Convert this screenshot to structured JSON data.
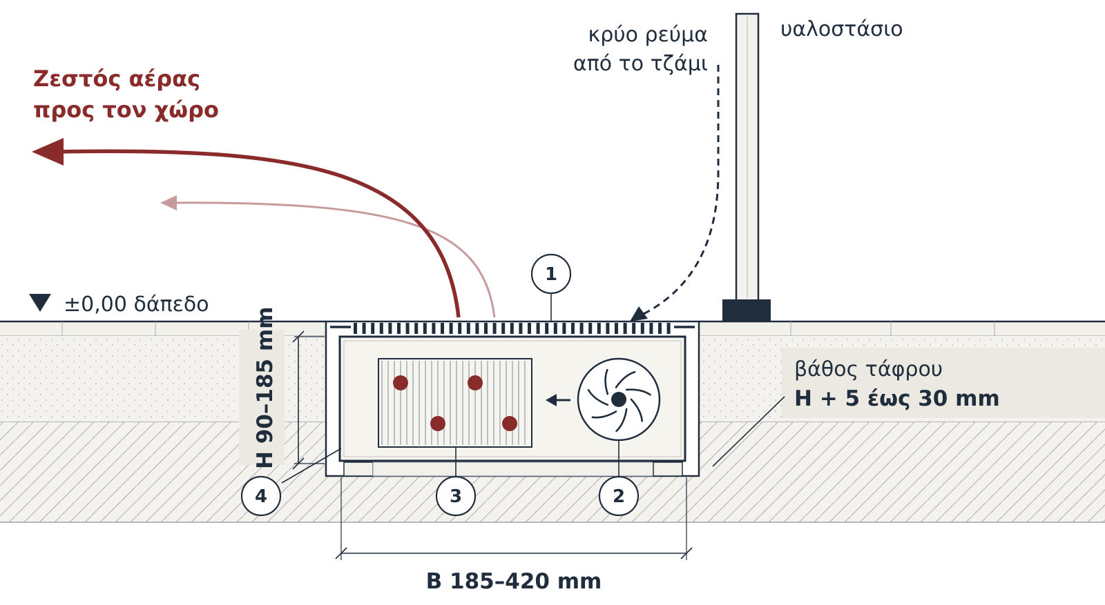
{
  "colors": {
    "ink": "#1f2d3d",
    "hot_air": "#8a2b2b",
    "hot_air_secondary": "#c79b9b",
    "heating_pipe": "#8a2b2b",
    "screed": "#ece9e2",
    "label_box": "#ece9e2"
  },
  "labels": {
    "hot_air": [
      "Ζεστός αέρας",
      "προς τον χώρο"
    ],
    "cold_draft": [
      "κρύο ρεύμα",
      "από το τζάμι"
    ],
    "glass_facade": "υαλοστάσιο",
    "floor_level": "±0,00 δάπεδο",
    "trench_depth": [
      "βάθος τάφρου",
      "H + 5 έως 30 mm"
    ],
    "height_dim": "H 90–185 mm",
    "width_dim": "B 185–420 mm"
  },
  "callouts": [
    "1",
    "2",
    "3",
    "4"
  ],
  "icons": {
    "fan": "fan-icon",
    "level_marker": "triangle-down-icon",
    "airflow": "arrow-left-icon"
  }
}
